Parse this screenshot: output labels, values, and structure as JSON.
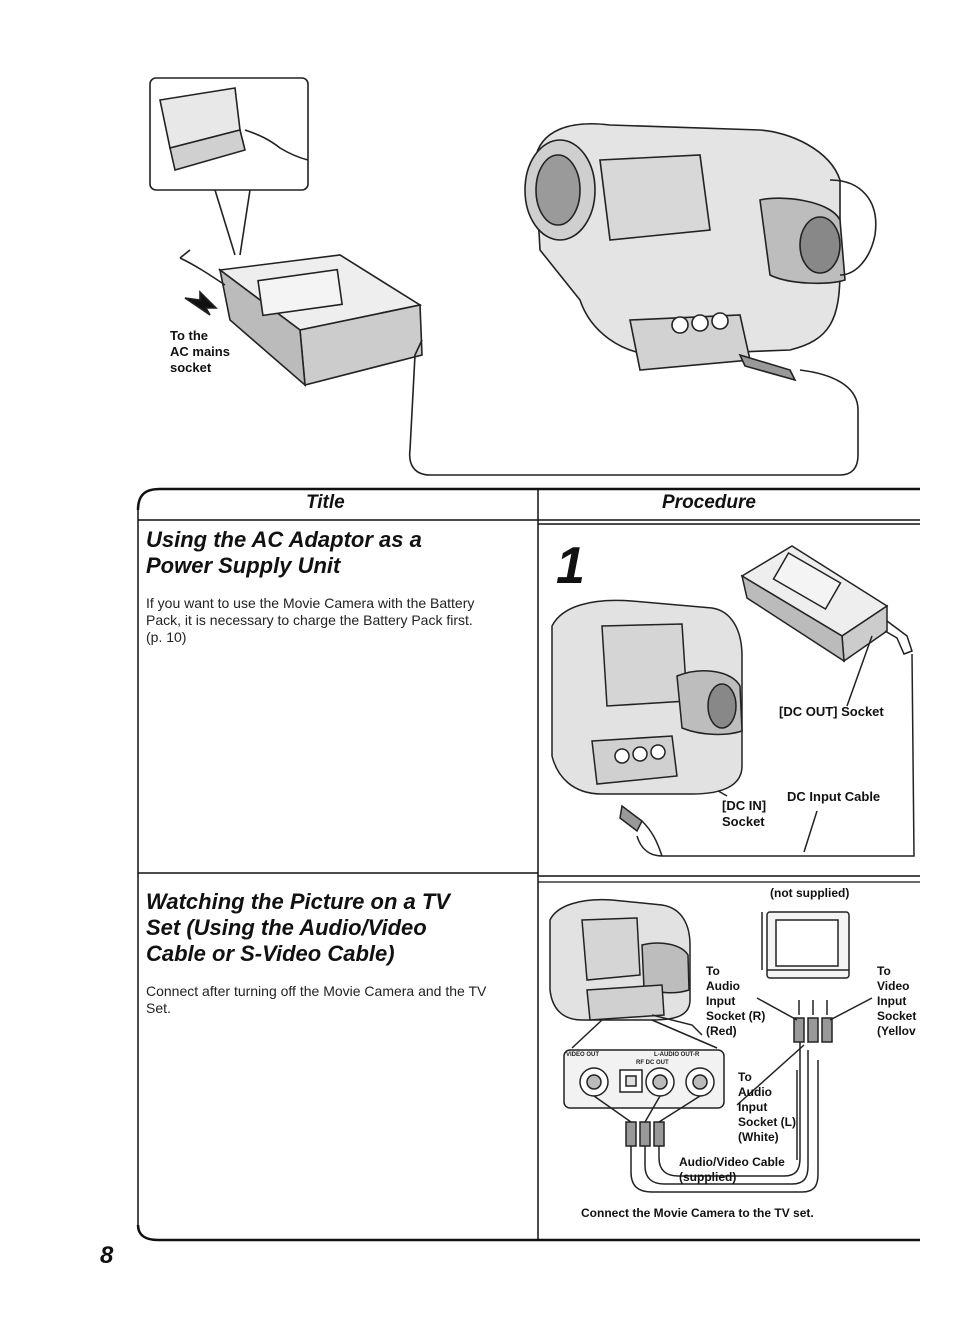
{
  "page": {
    "number": "8"
  },
  "top_illustration": {
    "label_lines": [
      "To the",
      "AC mains",
      "socket"
    ]
  },
  "table": {
    "header": {
      "title": "Title",
      "procedure": "Procedure"
    },
    "rows": [
      {
        "title_lines": [
          "Using the AC Adaptor as a",
          "Power Supply Unit"
        ],
        "body_lines": [
          "If you want to use the Movie Camera with the Battery",
          "Pack, it is necessary to charge the Battery Pack first.",
          "(p. 10)"
        ],
        "step": "1",
        "labels": {
          "dc_out": "[DC OUT] Socket",
          "dc_in": [
            "[DC IN]",
            "Socket"
          ],
          "dc_cable": "DC Input Cable"
        }
      },
      {
        "title_lines": [
          "Watching the Picture on a TV",
          "Set (Using the Audio/Video",
          "Cable or S-Video Cable)"
        ],
        "body_lines": [
          "Connect after turning off the Movie Camera and the TV",
          "Set."
        ],
        "labels": {
          "not_supplied": "(not supplied)",
          "audio_r": [
            "To",
            "Audio",
            "Input",
            "Socket (R)",
            "(Red)"
          ],
          "video": [
            "To",
            "Video",
            "Input",
            "Socket",
            "(Yellov"
          ],
          "audio_l": [
            "To",
            "Audio",
            "Input",
            "Socket (L)",
            "(White)"
          ],
          "cable": [
            "Audio/Video Cable",
            "(supplied)"
          ],
          "jack_panel": [
            "VIDEO OUT",
            "L-AUDIO OUT-R",
            "RF DC OUT"
          ],
          "caption": "Connect the Movie Camera to the TV set."
        }
      }
    ]
  }
}
